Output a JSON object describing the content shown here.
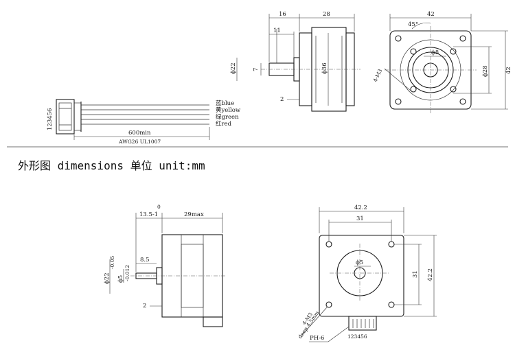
{
  "heading": "外形图 dimensions  单位 unit:mm",
  "top": {
    "side": {
      "dim_16": "16",
      "dim_28": "28",
      "dim_11": "11",
      "dim_d22": "ϕ22",
      "dim_7": "7",
      "dim_d36": "ϕ36",
      "dim_2": "2"
    },
    "front": {
      "dim_42_top": "42",
      "dim_42_side": "42",
      "angle": "45°",
      "dim_d8": "ϕ8",
      "dim_d28": "ϕ28",
      "thread": "4-M3"
    },
    "cable": {
      "pins": "123456",
      "wires": [
        {
          "label": "蓝blue",
          "color": "#1d4fd8"
        },
        {
          "label": "黄yellow",
          "color": "#d4a300"
        },
        {
          "label": "绿green",
          "color": "#1a8a2a"
        },
        {
          "label": "红red",
          "color": "#cc2222"
        }
      ],
      "length": "600min",
      "spec": "AWG26 UL1007"
    }
  },
  "bottom": {
    "side": {
      "dim_0": "0",
      "dim_135": "13.5-1",
      "dim_29": "29max",
      "dim_85": "8.5",
      "dim_d22": "ϕ22",
      "tol_22": "-0.05",
      "dim_d5": "ϕ5",
      "tol_5": "-0.012",
      "dim_2": "2"
    },
    "front": {
      "dim_422_top": "42.2",
      "dim_31_top": "31",
      "dim_d5": "ϕ5",
      "dim_31_side": "31",
      "dim_422_side": "42.2",
      "thread": "4-M3",
      "depth": "deep 4.5mm",
      "connector": "PH-6",
      "pins": "123456"
    }
  }
}
